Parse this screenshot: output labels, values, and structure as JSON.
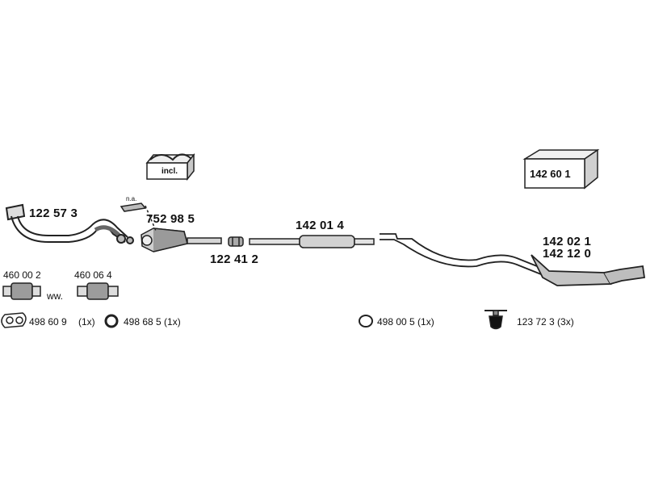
{
  "labels": {
    "downpipe": "122 57 3",
    "catalytic_converter": "752 98 5",
    "not_available": "n.a.",
    "clamp_sleeve": "122 41 2",
    "middle_silencer": "142 01 4",
    "rear_silencer_a": "142 02 1",
    "rear_silencer_b": "142 12 0",
    "kit_box": "142 60 1",
    "incl_box": "incl.",
    "flex_pipe_a": "460 00 2",
    "flex_pipe_b": "460 06 4",
    "ww": "ww.",
    "gasket_a": "498 60 9",
    "gasket_a_qty": "(1x)",
    "ring_gasket": "498 68 5 (1x)",
    "rubber_ring": "498 00 5 (1x)",
    "mounting": "123 72 3 (3x)"
  }
}
